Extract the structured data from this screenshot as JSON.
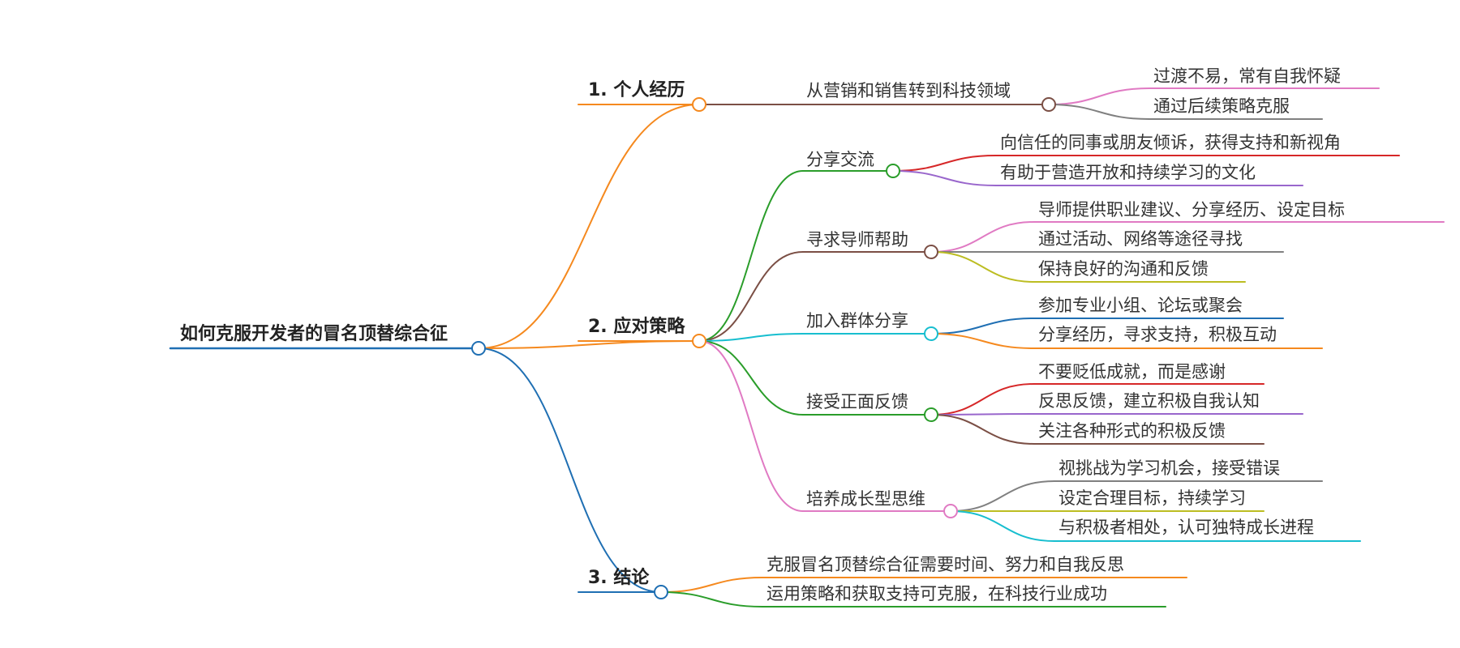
{
  "colors": {
    "orange": "#f5891e",
    "blue": "#1f6fb3",
    "brown": "#7b4f45",
    "green": "#2a9d2a",
    "pink": "#e07ac3",
    "gray": "#808080",
    "red": "#d62728",
    "purple": "#9966cc",
    "olive": "#bcbd22",
    "cyan": "#17becf"
  },
  "root": {
    "label": "如何克服开发者的冒名顶替综合征",
    "color": "#1f6fb3",
    "sections": [
      {
        "label": "1. 个人经历",
        "color": "#f5891e",
        "children": [
          {
            "label": "从营销和销售转到科技领域",
            "color": "#7b4f45",
            "children": [
              {
                "label": "过渡不易，常有自我怀疑",
                "color": "#e07ac3"
              },
              {
                "label": "通过后续策略克服",
                "color": "#808080"
              }
            ]
          }
        ]
      },
      {
        "label": "2. 应对策略",
        "color": "#f5891e",
        "children": [
          {
            "label": "分享交流",
            "color": "#2a9d2a",
            "children": [
              {
                "label": "向信任的同事或朋友倾诉，获得支持和新视角",
                "color": "#d62728"
              },
              {
                "label": "有助于营造开放和持续学习的文化",
                "color": "#9966cc"
              }
            ]
          },
          {
            "label": "寻求导师帮助",
            "color": "#7b4f45",
            "children": [
              {
                "label": "导师提供职业建议、分享经历、设定目标",
                "color": "#e07ac3"
              },
              {
                "label": "通过活动、网络等途径寻找",
                "color": "#808080"
              },
              {
                "label": "保持良好的沟通和反馈",
                "color": "#bcbd22"
              }
            ]
          },
          {
            "label": "加入群体分享",
            "color": "#17becf",
            "children": [
              {
                "label": "参加专业小组、论坛或聚会",
                "color": "#1f6fb3"
              },
              {
                "label": "分享经历，寻求支持，积极互动",
                "color": "#f5891e"
              }
            ]
          },
          {
            "label": "接受正面反馈",
            "color": "#2a9d2a",
            "children": [
              {
                "label": "不要贬低成就，而是感谢",
                "color": "#d62728"
              },
              {
                "label": "反思反馈，建立积极自我认知",
                "color": "#9966cc"
              },
              {
                "label": "关注各种形式的积极反馈",
                "color": "#7b4f45"
              }
            ]
          },
          {
            "label": "培养成长型思维",
            "color": "#e07ac3",
            "children": [
              {
                "label": "视挑战为学习机会，接受错误",
                "color": "#808080"
              },
              {
                "label": "设定合理目标，持续学习",
                "color": "#bcbd22"
              },
              {
                "label": "与积极者相处，认可独特成长进程",
                "color": "#17becf"
              }
            ]
          }
        ]
      },
      {
        "label": "3. 结论",
        "color": "#1f6fb3",
        "children": [
          {
            "label": "克服冒名顶替综合征需要时间、努力和自我反思",
            "color": "#f5891e"
          },
          {
            "label": "运用策略和获取支持可克服，在科技行业成功",
            "color": "#2a9d2a"
          }
        ]
      }
    ]
  }
}
